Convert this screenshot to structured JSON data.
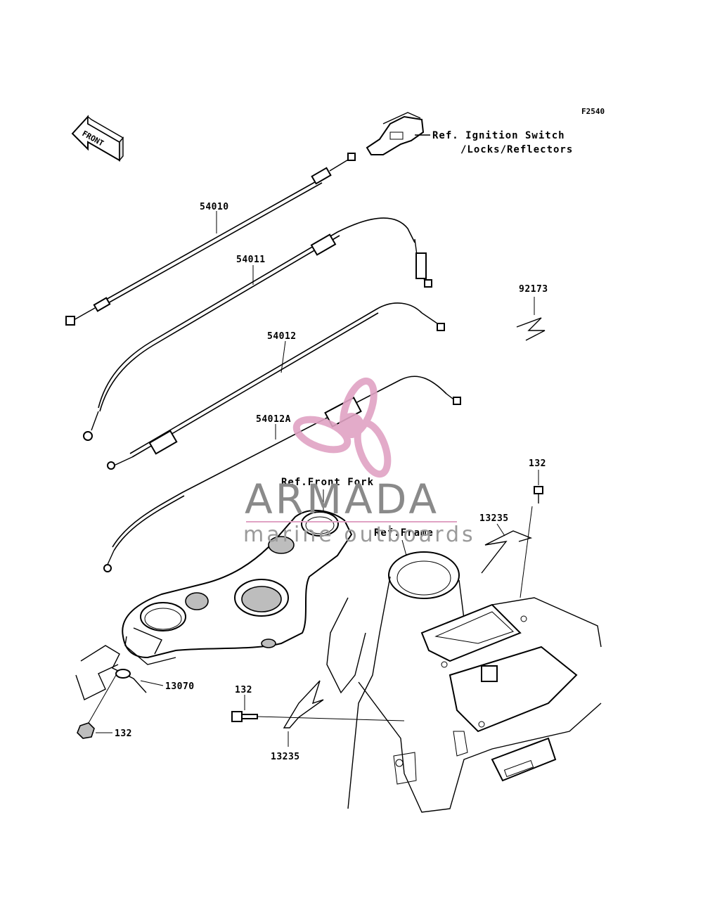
{
  "figure_code": "F2540",
  "front_arrow": {
    "label": "FRONT"
  },
  "refs": {
    "ignition_line1": "Ref. Ignition Switch",
    "ignition_line2": "/Locks/Reflectors",
    "front_fork": "Ref.Front Fork",
    "frame": "Ref.Frame"
  },
  "parts": {
    "p54010": "54010",
    "p54011": "54011",
    "p54012": "54012",
    "p54012A": "54012A",
    "p92173": "92173",
    "p132_right": "132",
    "p13235_right": "13235",
    "p13070": "13070",
    "p132_left_bottom": "132",
    "p132_mid": "132",
    "p13235_mid": "13235"
  },
  "watermark": {
    "brand": "ARMADA",
    "tagline": "marine outboards",
    "colors": {
      "accent": "#e0a3c4",
      "text": "#8a8a8a"
    }
  }
}
